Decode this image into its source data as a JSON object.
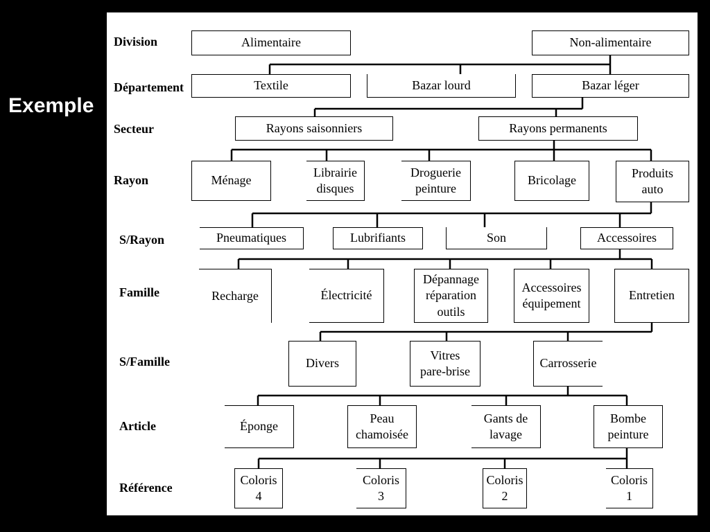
{
  "slide": {
    "title": "Exemple"
  },
  "levels": [
    "Division",
    "Département",
    "Secteur",
    "Rayon",
    "S/Rayon",
    "Famille",
    "S/Famille",
    "Article",
    "Référence"
  ],
  "division": [
    "Alimentaire",
    "Non-alimentaire"
  ],
  "departement": [
    "Textile",
    "Bazar lourd",
    "Bazar léger"
  ],
  "secteur": [
    "Rayons saisonniers",
    "Rayons permanents"
  ],
  "rayon": [
    "Ménage",
    "Librairie\ndisques",
    "Droguerie\npeinture",
    "Bricolage",
    "Produits\nauto"
  ],
  "srayon": [
    "Pneumatiques",
    "Lubrifiants",
    "Son",
    "Accessoires"
  ],
  "famille": [
    "Recharge",
    "Électricité",
    "Dépannage\nréparation\noutils",
    "Accessoires\néquipement",
    "Entretien"
  ],
  "sfamille": [
    "Divers",
    "Vitres\npare-brise",
    "Carrosserie"
  ],
  "article": [
    "Éponge",
    "Peau\nchamoisée",
    "Gants de\nlavage",
    "Bombe\npeinture"
  ],
  "reference": [
    "Coloris\n4",
    "Coloris\n3",
    "Coloris\n2",
    "Coloris\n1"
  ]
}
